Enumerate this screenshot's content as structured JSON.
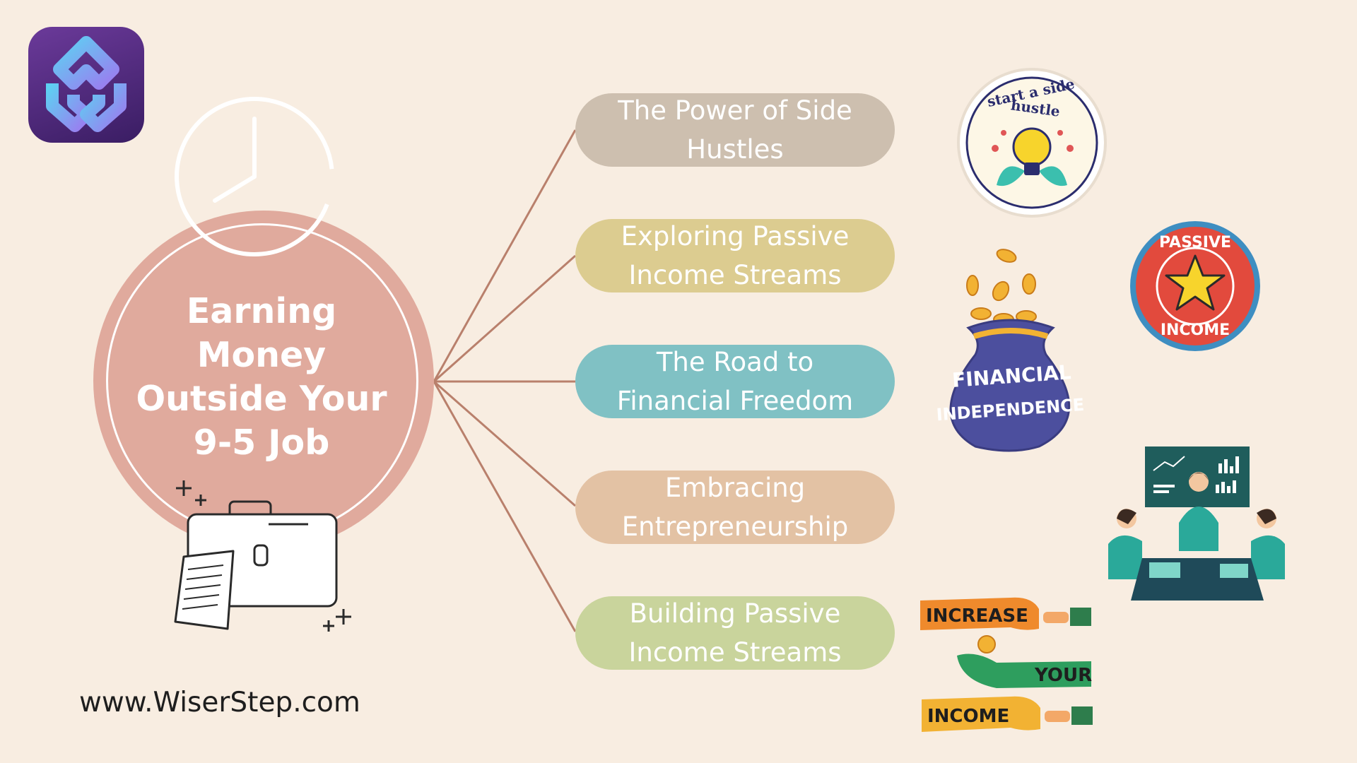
{
  "central_topic": {
    "lines": [
      "Earning",
      "Money",
      "Outside Your",
      "9-5 Job"
    ],
    "color": "#e0aa9d"
  },
  "branches": [
    {
      "line1": "The Power of Side",
      "line2": "Hustles",
      "color": "#cdbfaf"
    },
    {
      "line1": "Exploring Passive",
      "line2": "Income Streams",
      "color": "#dccc90"
    },
    {
      "line1": "The Road to",
      "line2": "Financial Freedom",
      "color": "#80c1c4"
    },
    {
      "line1": "Embracing",
      "line2": "Entrepreneurship",
      "color": "#e3c2a4"
    },
    {
      "line1": "Building Passive",
      "line2": "Income Streams",
      "color": "#c9d49c"
    }
  ],
  "stickers": {
    "side_hustle": {
      "line1": "start a side",
      "line2": "hustle"
    },
    "financial_independence": {
      "line1": "FINANCIAL",
      "line2": "INDEPENDENCE"
    },
    "passive_income": {
      "line1": "PASSIVE",
      "line2": "INCOME"
    },
    "increase_income": {
      "word1": "INCREASE",
      "word2": "YOUR",
      "word3": "INCOME"
    }
  },
  "icons": {
    "logo": "wiserstep-logo",
    "clock": "clock-icon",
    "briefcase": "briefcase-icon",
    "team": "team-meeting-illustration"
  },
  "footer": {
    "website": "www.WiserStep.com"
  },
  "colors": {
    "background": "#f8ede1",
    "connector": "#b9806c",
    "text_on_shapes": "#ffffff"
  }
}
